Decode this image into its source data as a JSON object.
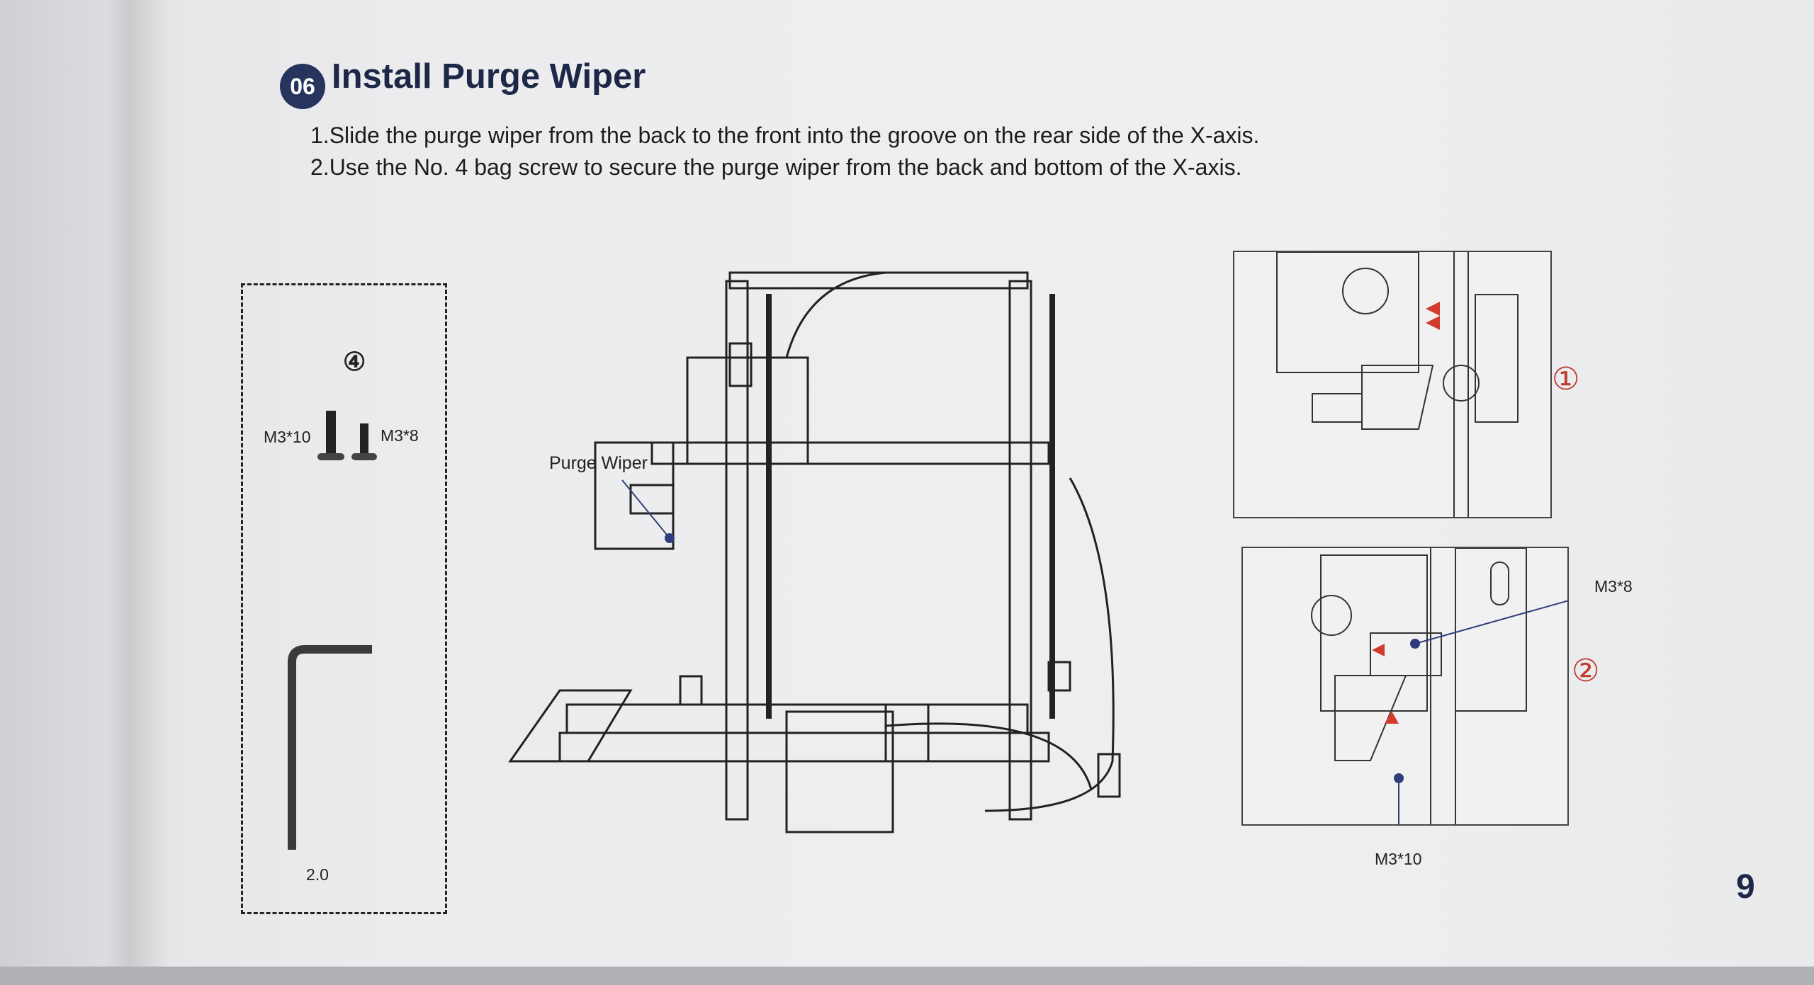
{
  "section": {
    "number": "06",
    "title": "Install Purge Wiper"
  },
  "steps": [
    "1.Slide  the purge wiper from the back to the front into the groove on the rear side of the X-axis.",
    "2.Use the No. 4 bag screw to secure the purge wiper from the  back and bottom of the X-axis."
  ],
  "kit": {
    "bag_number": "④",
    "screw_a": "M3*10",
    "screw_b": "M3*8",
    "hex_key": "2.0"
  },
  "diagram": {
    "purge_wiper_label": "Purge Wiper"
  },
  "insets": [
    {
      "marker": "①"
    },
    {
      "marker": "②",
      "screw_top": "M3*8",
      "screw_bottom": "M3*10"
    }
  ],
  "page_number": "9",
  "colors": {
    "accent": "#26345e",
    "marker": "#c0392b",
    "pointer": "#2f3d7a"
  }
}
